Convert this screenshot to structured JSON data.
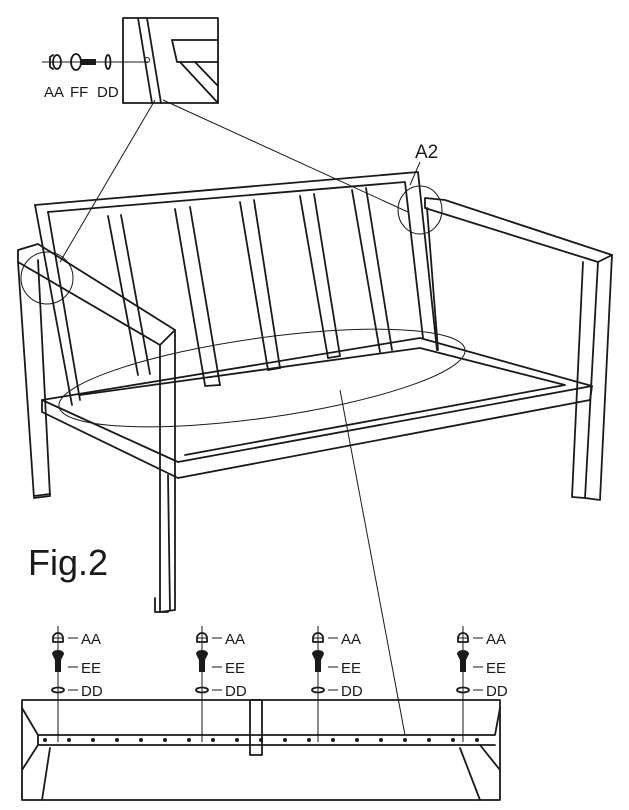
{
  "figure": {
    "title": "Fig.2",
    "callout_label": "A2",
    "detail_parts": [
      "AA",
      "FF",
      "DD"
    ],
    "bottom_parts": [
      "AA",
      "EE",
      "DD"
    ],
    "bottom_hardware_sets": 4
  },
  "colors": {
    "line": "#1a1a1a",
    "background": "#ffffff"
  },
  "icons": [
    "cap-nut-icon",
    "bolt-icon",
    "washer-icon"
  ]
}
